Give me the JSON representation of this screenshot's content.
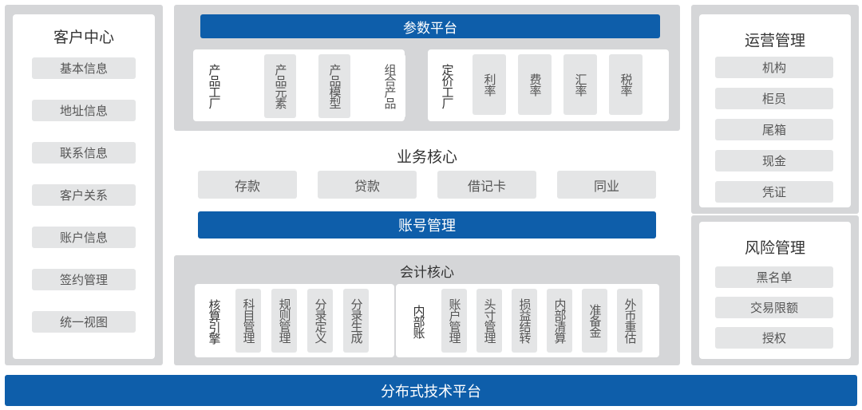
{
  "customer_center": {
    "title": "客户中心",
    "items": [
      "基本信息",
      "地址信息",
      "联系信息",
      "客户关系",
      "账户信息",
      "签约管理",
      "统一视图"
    ]
  },
  "param_platform": {
    "title": "参数平台",
    "product_factory": {
      "label": "产品工厂",
      "items": [
        "产品元素",
        "产品模型",
        "组合产品"
      ]
    },
    "pricing_factory": {
      "label": "定价工厂",
      "items": [
        "利率",
        "费率",
        "汇率",
        "税率"
      ]
    }
  },
  "business_core": {
    "title": "业务核心",
    "items": [
      "存款",
      "贷款",
      "借记卡",
      "同业"
    ],
    "account_mgmt": "账号管理"
  },
  "accounting_core": {
    "title": "会计核心",
    "accounting_engine": {
      "label": "核算引擎",
      "items": [
        "科目管理",
        "规则管理",
        "分录定义",
        "分录生成"
      ]
    },
    "internal_account": {
      "label": "内部账",
      "items": [
        "账户管理",
        "头寸管理",
        "损益结转",
        "内部清算",
        "准备金",
        "外币重估"
      ]
    }
  },
  "operations_mgmt": {
    "title": "运营管理",
    "items": [
      "机构",
      "柜员",
      "尾箱",
      "现金",
      "凭证"
    ]
  },
  "risk_mgmt": {
    "title": "风险管理",
    "items": [
      "黑名单",
      "交易限额",
      "授权"
    ]
  },
  "distributed_platform": "分布式技术平台"
}
